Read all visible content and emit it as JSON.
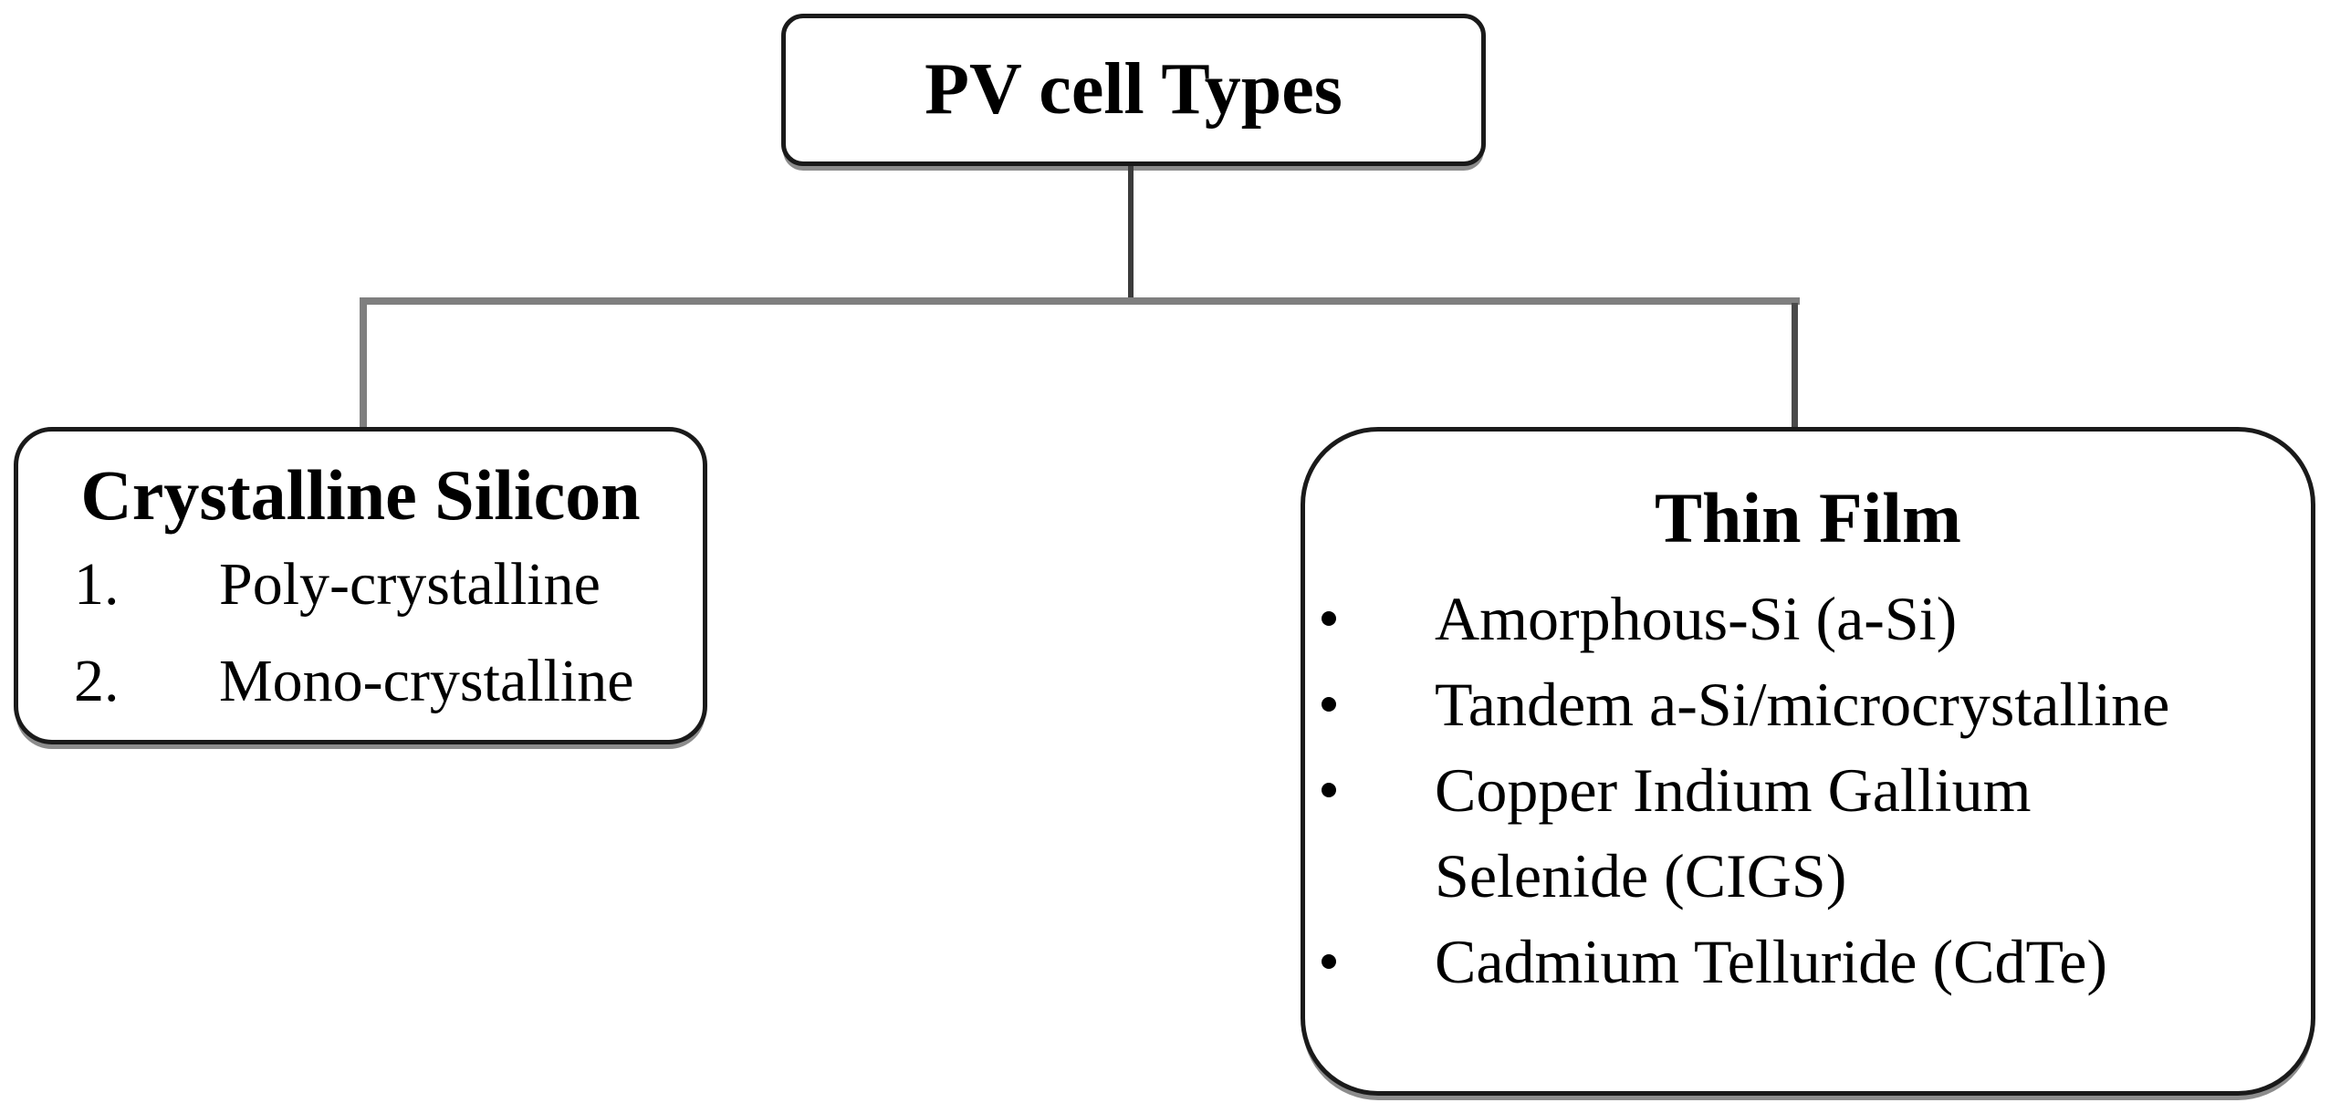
{
  "diagram": {
    "figure_type": "tree",
    "root": {
      "title": "PV cell Types"
    },
    "children": [
      {
        "title": "Crystalline Silicon",
        "list_style": "numbered",
        "items": [
          {
            "marker": "1.",
            "lines": [
              "Poly-crystalline"
            ]
          },
          {
            "marker": "2.",
            "lines": [
              "Mono-crystalline"
            ]
          }
        ]
      },
      {
        "title": "Thin Film",
        "list_style": "bulleted",
        "bullet_glyph": "•",
        "items": [
          {
            "lines": [
              "Amorphous-Si (a-Si)"
            ]
          },
          {
            "lines": [
              "Tandem a-Si/microcrystalline"
            ]
          },
          {
            "lines": [
              "Copper Indium Gallium",
              "Selenide (CIGS)"
            ]
          },
          {
            "lines": [
              "Cadmium Telluride (CdTe)"
            ]
          }
        ]
      }
    ],
    "colors": {
      "background": "#ffffff",
      "box_border": "#1a1a1a",
      "box_shadow": "#8c8c8c",
      "connector_gray": "#7f7f7f",
      "connector_dark": "#3c3c3c",
      "text": "#000000"
    }
  }
}
